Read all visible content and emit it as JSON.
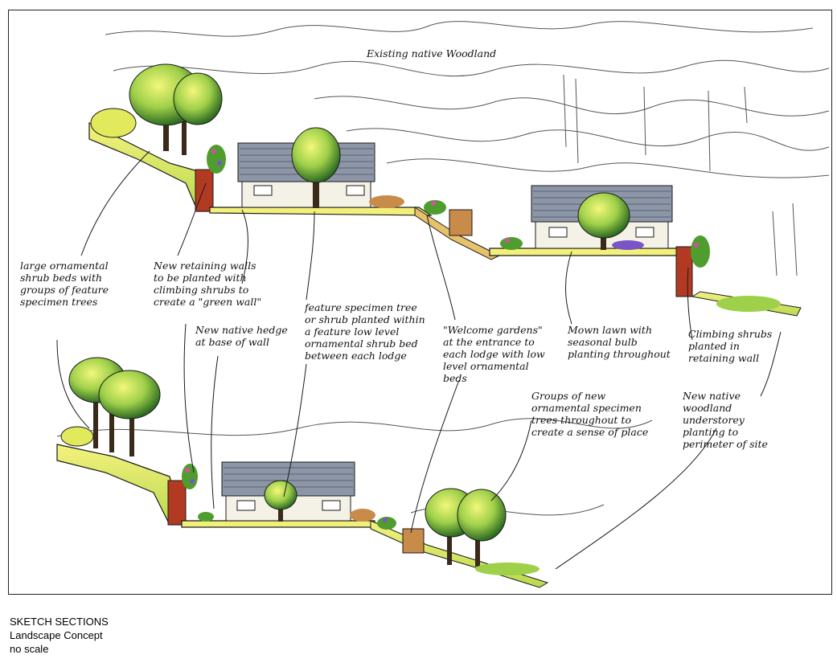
{
  "header_note": "Existing native Woodland",
  "annotations": {
    "shrub_beds": "large ornamental\nshrub beds with\ngroups of feature\nspecimen trees",
    "retaining_walls": "New retaining walls\nto be planted with\nclimbing shrubs to\ncreate a \"green wall\"",
    "native_hedge": "New native hedge\nat base of wall",
    "specimen_tree": "feature specimen tree\nor shrub planted within\na feature low level\nornamental shrub bed\nbetween each lodge",
    "welcome_gardens": "\"Welcome gardens\"\nat the entrance to\neach lodge with low\nlevel ornamental\nbeds",
    "mown_lawn": "Mown lawn with\nseasonal bulb\nplanting throughout",
    "climbing_shrubs": "Climbing shrubs\nplanted in\nretaining wall",
    "ornamental_trees": "Groups of new\nornamental specimen\ntrees throughout to\ncreate a sense of place",
    "woodland_understorey": "New native\nwoodland\nunderstorey\nplanting to\nperimeter of site"
  },
  "caption": {
    "title": "SKETCH SECTIONS",
    "subtitle": "Landscape Concept",
    "scale": "no scale"
  },
  "colors": {
    "ink": "#1a1a1a",
    "foliage_yellow": "#e9ef6a",
    "foliage_green": "#4f9d2f",
    "foliage_dark": "#2e6b22",
    "wall_red": "#b23a22",
    "ground_yellow": "#f2f07a",
    "roof_grey": "#8c96a6",
    "house_wall": "#f4f1e6",
    "flower_pink": "#d64fa0",
    "flower_purple": "#7a55c8"
  }
}
